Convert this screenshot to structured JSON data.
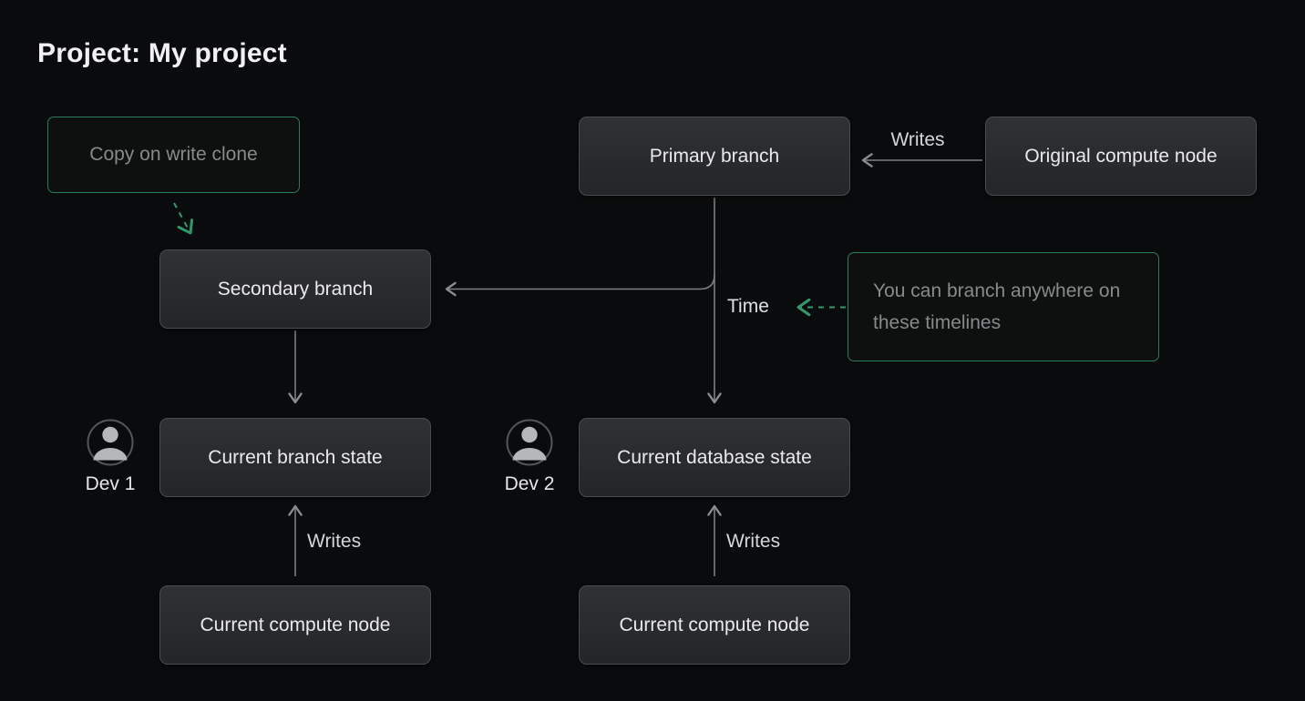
{
  "page": {
    "title": "Project: My project"
  },
  "nodes": {
    "primary_branch": {
      "label": "Primary branch"
    },
    "original_compute_node": {
      "label": "Original compute node"
    },
    "secondary_branch": {
      "label": "Secondary branch"
    },
    "current_branch_state": {
      "label": "Current branch state"
    },
    "current_database_state": {
      "label": "Current database state"
    },
    "current_compute_node_left": {
      "label": "Current compute node"
    },
    "current_compute_node_right": {
      "label": "Current compute node"
    }
  },
  "annotations": {
    "copy_on_write": {
      "label": "Copy on write clone"
    },
    "branch_anywhere": {
      "label": "You can branch anywhere on these timelines"
    }
  },
  "edge_labels": {
    "writes_top": "Writes",
    "writes_left": "Writes",
    "writes_right": "Writes",
    "time": "Time"
  },
  "actors": {
    "dev1": {
      "label": "Dev 1",
      "icon": "person-icon"
    },
    "dev2": {
      "label": "Dev 2",
      "icon": "person-icon"
    }
  },
  "colors": {
    "background": "#0a0b0c",
    "node_fill_top": "#2f3134",
    "node_fill_bottom": "#232527",
    "node_border": "#494b4f",
    "node_text": "#eaeaec",
    "annotation_border": "#2d7c59",
    "annotation_text": "#88898c",
    "connector_gray": "#7e7f83",
    "connector_green": "#2f9b6c",
    "edge_label_text": "#d5d6d9"
  }
}
